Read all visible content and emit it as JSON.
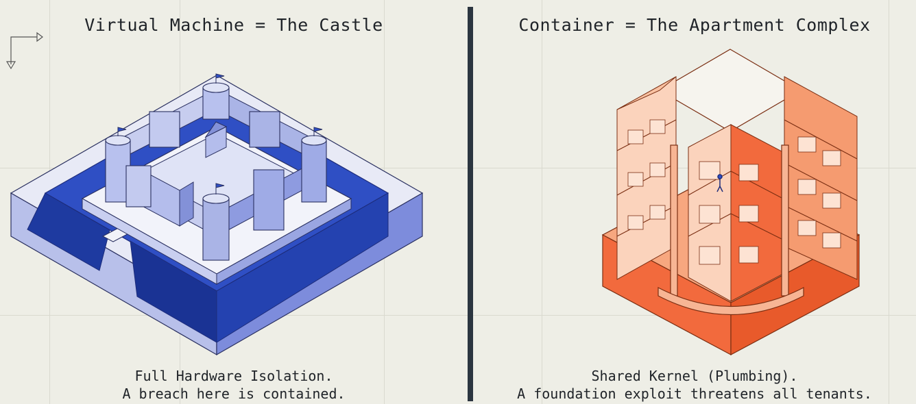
{
  "left_panel": {
    "title": "Virtual Machine = The Castle",
    "caption_line1": "Full Hardware Isolation.",
    "caption_line2": "A breach here is contained.",
    "accent_color": "#2f4fc4",
    "icon": "castle-icon"
  },
  "right_panel": {
    "title": "Container = The Apartment Complex",
    "caption_line1": "Shared Kernel (Plumbing).",
    "caption_line2": "A foundation exploit threatens all tenants.",
    "accent_color": "#f26a3d",
    "icon": "apartment-complex-icon"
  },
  "divider_color": "#2b3540",
  "background_color": "#eeeee6"
}
